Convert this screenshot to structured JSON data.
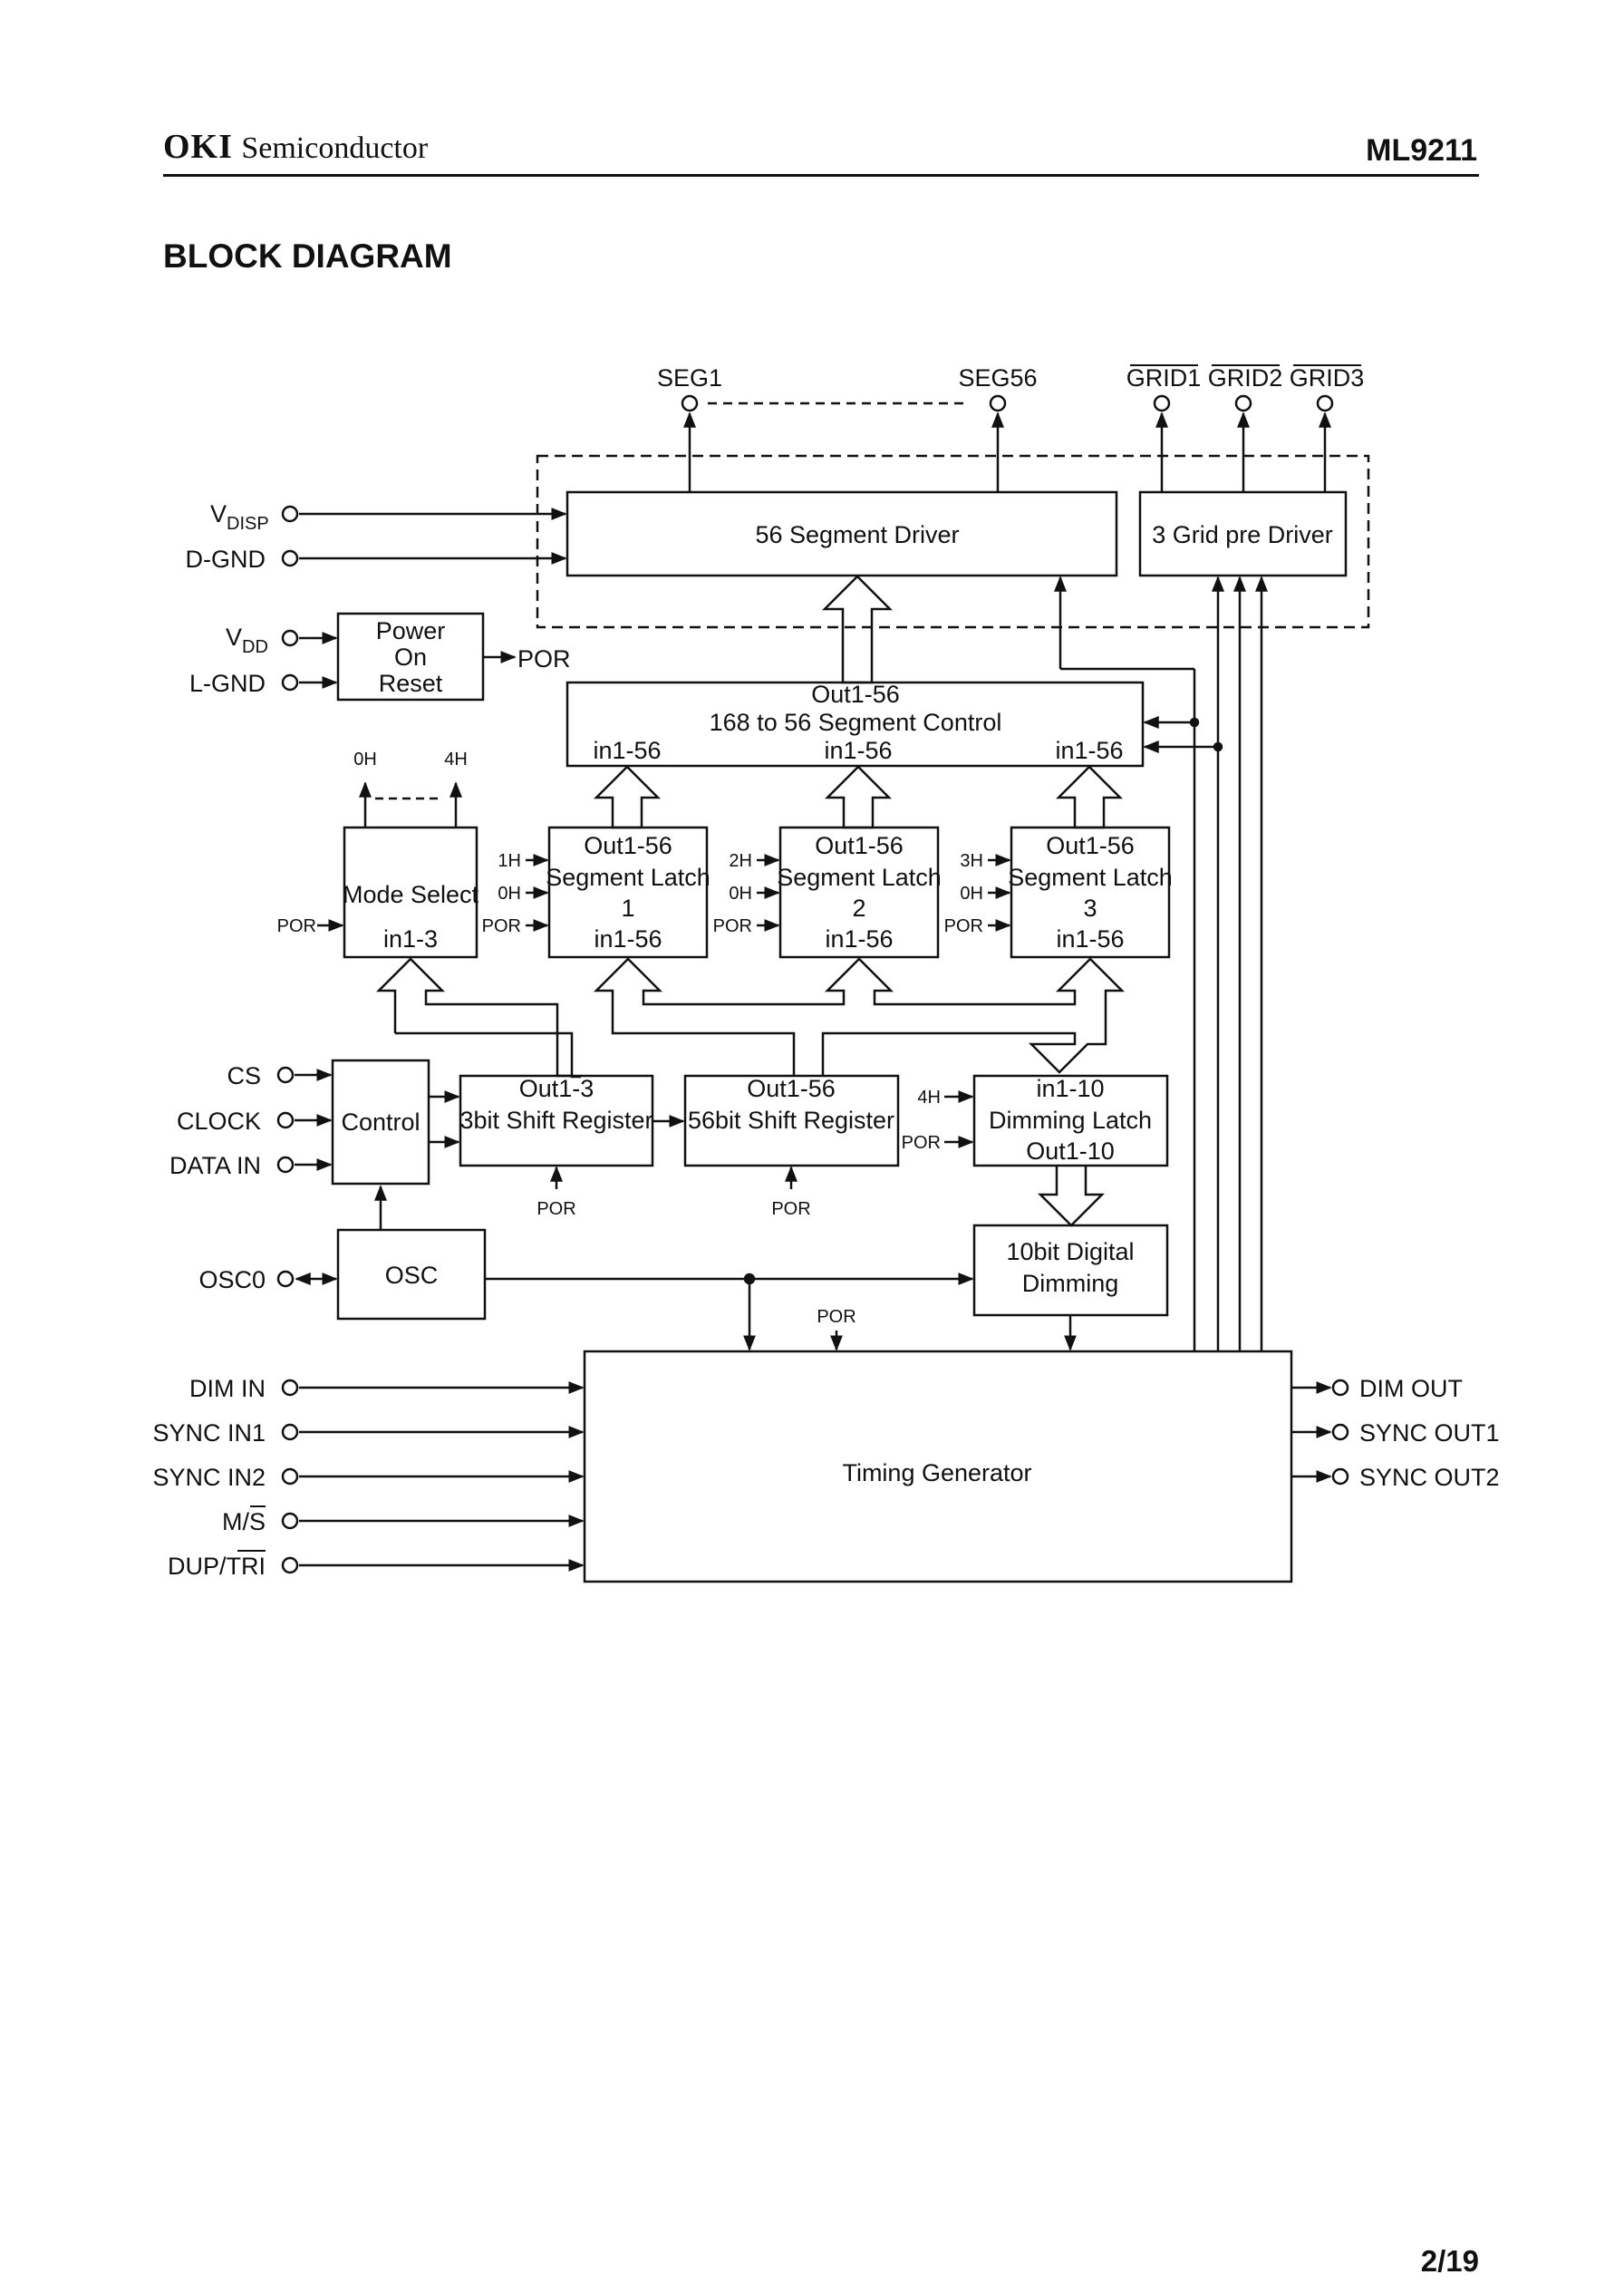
{
  "header": {
    "brand_bold": "OKI",
    "brand_light": "Semiconductor",
    "part_number": "ML9211"
  },
  "section_title": "BLOCK DIAGRAM",
  "page_number": "2/19",
  "pins_left": {
    "vdisp_main": "V",
    "vdisp_sub": "DISP",
    "dgnd": "D-GND",
    "vdd_main": "V",
    "vdd_sub": "DD",
    "lgnd": "L-GND",
    "cs": "CS",
    "clock": "CLOCK",
    "data_in": "DATA IN",
    "osc0": "OSC0",
    "dim_in": "DIM IN",
    "sync_in1": "SYNC IN1",
    "sync_in2": "SYNC IN2",
    "ms_m": "M/",
    "ms_s": "S",
    "dup_a": "DUP/",
    "dup_b": "TRI"
  },
  "pins_right": {
    "dim_out": "DIM OUT",
    "sync_out1": "SYNC OUT1",
    "sync_out2": "SYNC OUT2"
  },
  "pins_top": {
    "seg1": "SEG1",
    "seg56": "SEG56",
    "grid1": "GRID1",
    "grid2": "GRID2",
    "grid3": "GRID3"
  },
  "blocks": {
    "seg_driver": "56 Segment Driver",
    "grid_driver": "3 Grid pre Driver",
    "por_l1": "Power",
    "por_l2": "On",
    "por_l3": "Reset",
    "por_out": "POR",
    "seg_ctrl_out": "Out1-56",
    "seg_ctrl_title": "168 to 56 Segment Control",
    "seg_ctrl_in1": "in1-56",
    "seg_ctrl_in2": "in1-56",
    "seg_ctrl_in3": "in1-56",
    "mode_title": "Mode Select",
    "mode_in": "in1-3",
    "mode_0h": "0H",
    "mode_4h": "4H",
    "latch1_out": "Out1-56",
    "latch1_t": "Segment Latch",
    "latch1_n": "1",
    "latch1_in": "in1-56",
    "latch2_out": "Out1-56",
    "latch2_t": "Segment Latch",
    "latch2_n": "2",
    "latch2_in": "in1-56",
    "latch3_out": "Out1-56",
    "latch3_t": "Segment Latch",
    "latch3_n": "3",
    "latch3_in": "in1-56",
    "l1_1h": "1H",
    "l1_0h": "0H",
    "l1_por": "POR",
    "l2_2h": "2H",
    "l2_0h": "0H",
    "l2_por": "POR",
    "l3_3h": "3H",
    "l3_0h": "0H",
    "l3_por": "POR",
    "mode_por": "POR",
    "control": "Control",
    "sr3_out": "Out1-3",
    "sr3_title": "3bit Shift Register",
    "sr3_por": "POR",
    "sr56_out": "Out1-56",
    "sr56_title": "56bit Shift Register",
    "sr56_por": "POR",
    "dim_latch_in": "in1-10",
    "dim_latch_title": "Dimming Latch",
    "dim_latch_out": "Out1-10",
    "dim_latch_4h": "4H",
    "dim_latch_por": "POR",
    "digital_dim_l1": "10bit Digital",
    "digital_dim_l2": "Dimming",
    "osc": "OSC",
    "timing_por": "POR",
    "timing": "Timing Generator"
  }
}
